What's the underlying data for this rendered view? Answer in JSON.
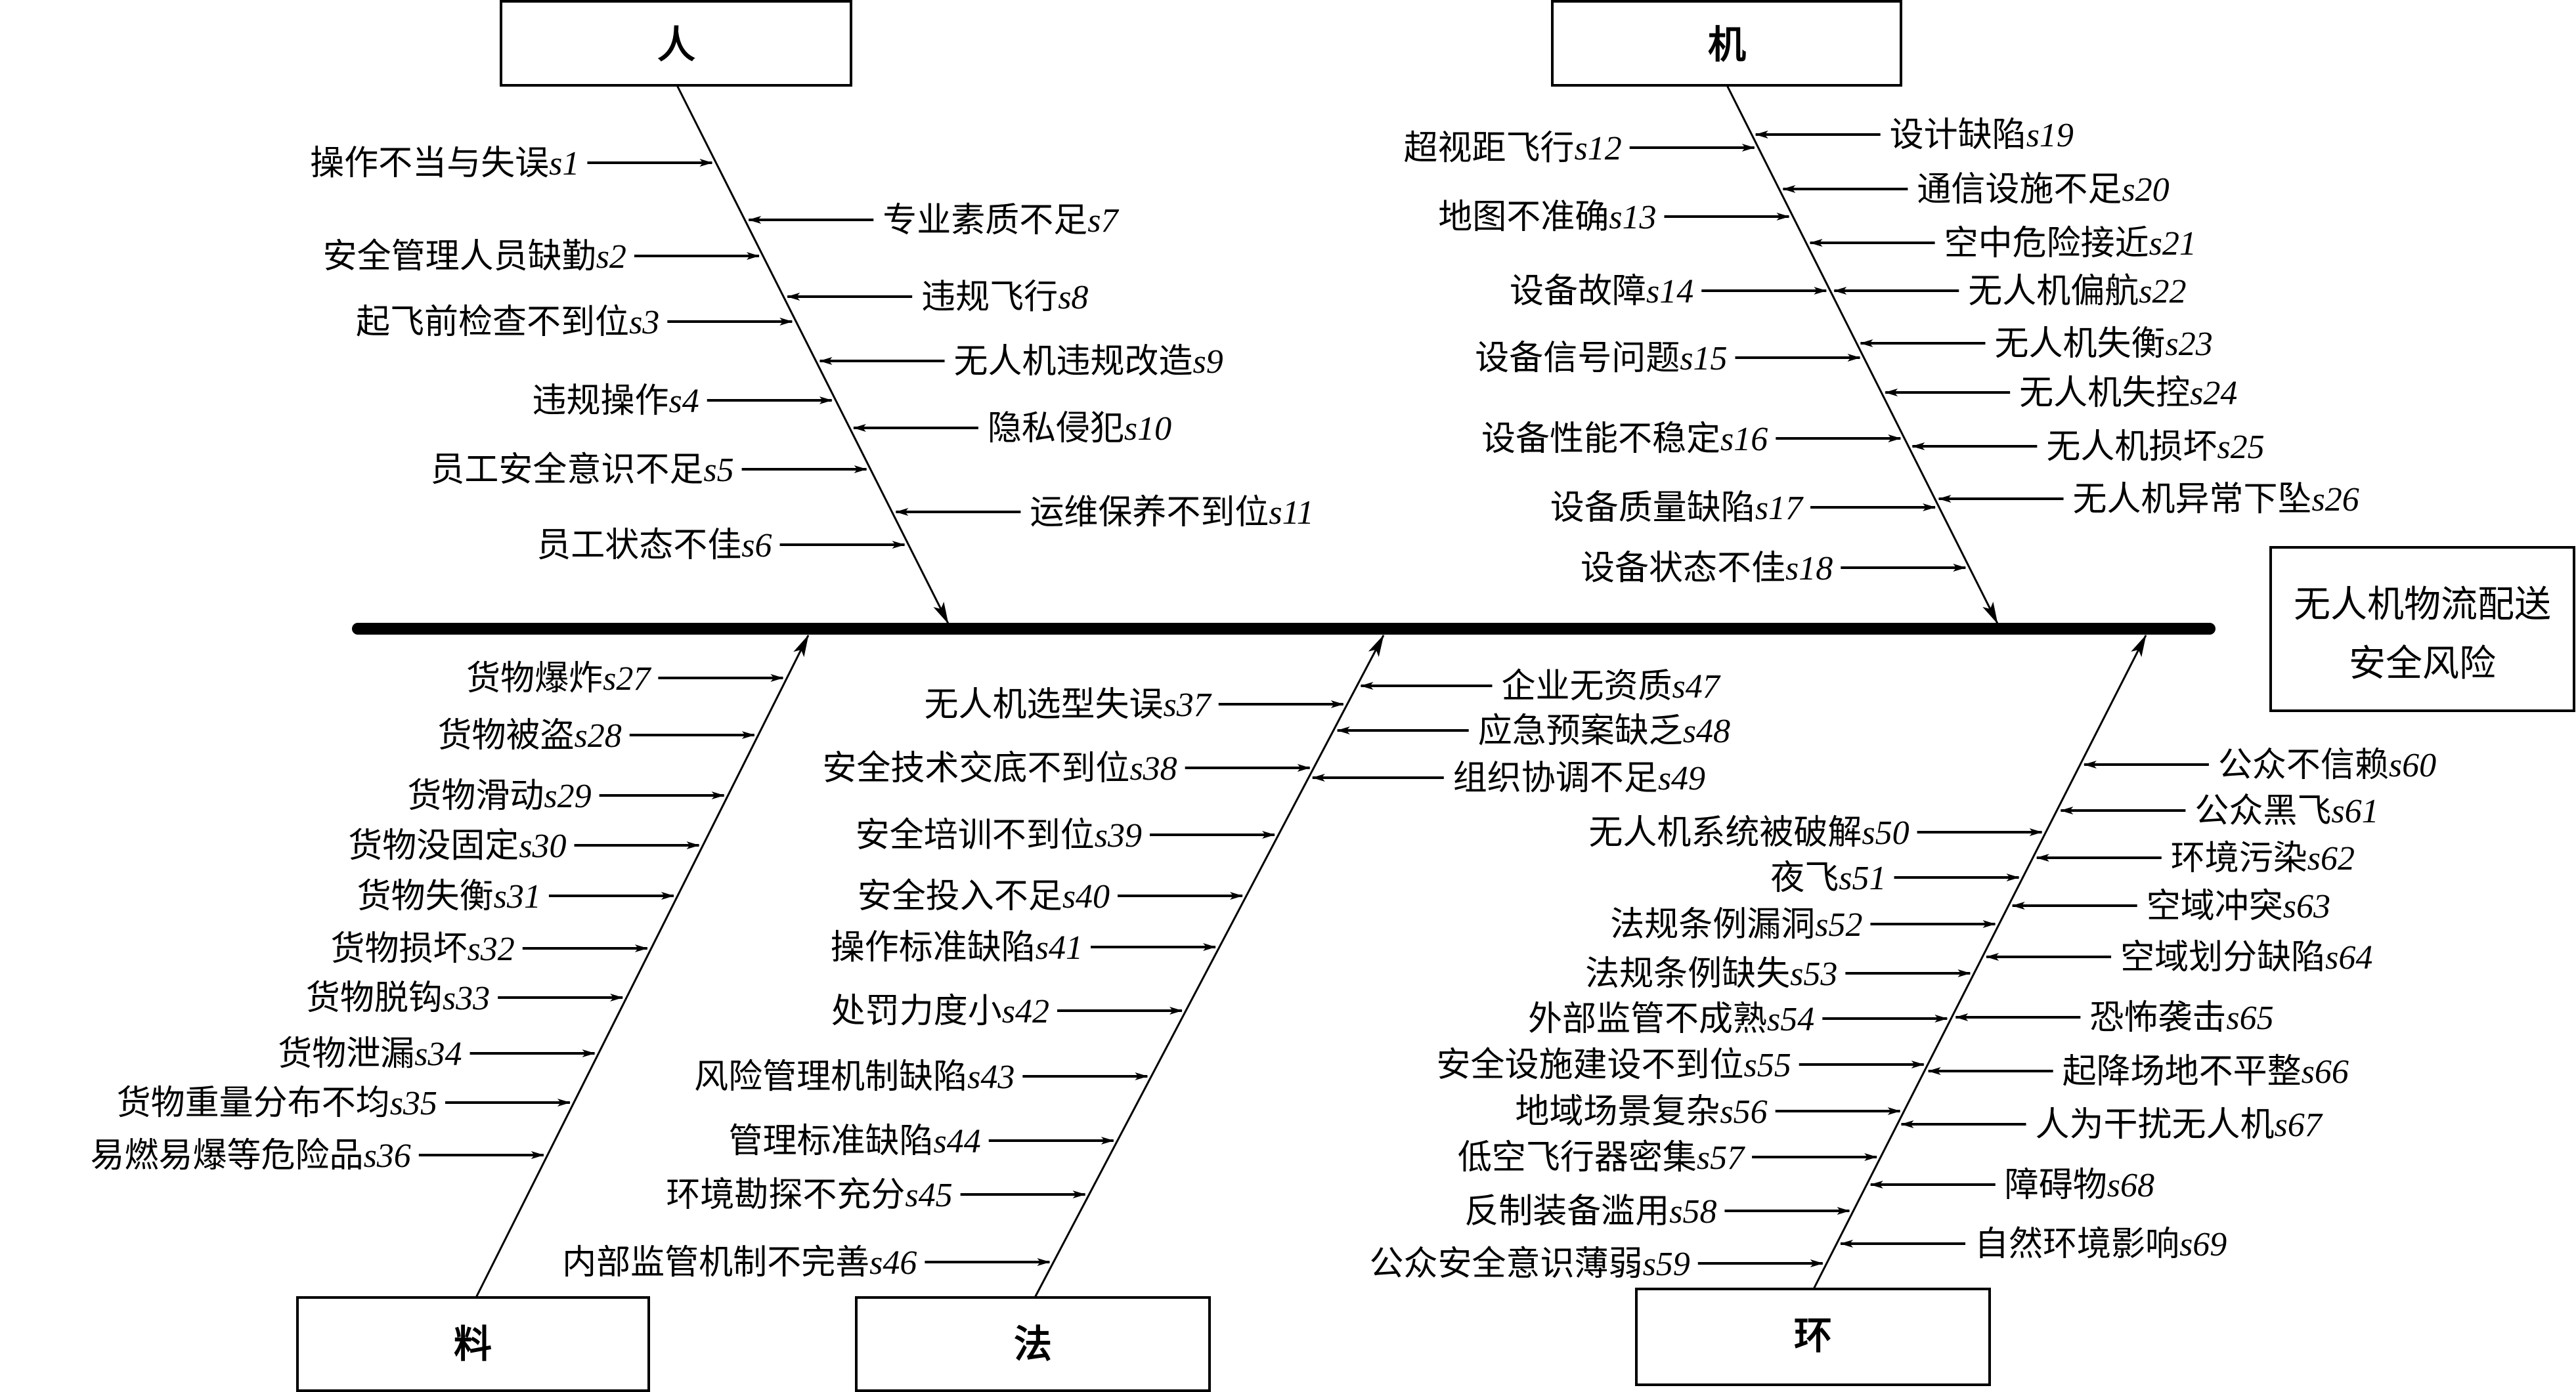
{
  "title": "无人机物流配送安全风险",
  "result": {
    "line1": "无人机物流配送",
    "line2": "安全风险"
  },
  "categories": {
    "ren": "人",
    "ji": "机",
    "liao": "料",
    "fa": "法",
    "huan": "环"
  },
  "factors": {
    "ren_left": [
      {
        "text": "操作不当与失误",
        "code": "s1"
      },
      {
        "text": "安全管理人员缺勤",
        "code": "s2"
      },
      {
        "text": "起飞前检查不到位",
        "code": "s3"
      },
      {
        "text": "违规操作",
        "code": "s4"
      },
      {
        "text": "员工安全意识不足",
        "code": "s5"
      },
      {
        "text": "员工状态不佳",
        "code": "s6"
      }
    ],
    "ren_right": [
      {
        "text": "专业素质不足",
        "code": "s7"
      },
      {
        "text": "违规飞行",
        "code": "s8"
      },
      {
        "text": "无人机违规改造",
        "code": "s9"
      },
      {
        "text": "隐私侵犯",
        "code": "s10"
      },
      {
        "text": "运维保养不到位",
        "code": "s11"
      }
    ],
    "ji_left": [
      {
        "text": "超视距飞行",
        "code": "s12"
      },
      {
        "text": "地图不准确",
        "code": "s13"
      },
      {
        "text": "设备故障",
        "code": "s14"
      },
      {
        "text": "设备信号问题",
        "code": "s15"
      },
      {
        "text": "设备性能不稳定",
        "code": "s16"
      },
      {
        "text": "设备质量缺陷",
        "code": "s17"
      },
      {
        "text": "设备状态不佳",
        "code": "s18"
      }
    ],
    "ji_right": [
      {
        "text": "设计缺陷",
        "code": "s19"
      },
      {
        "text": "通信设施不足",
        "code": "s20"
      },
      {
        "text": "空中危险接近",
        "code": "s21"
      },
      {
        "text": "无人机偏航",
        "code": "s22"
      },
      {
        "text": "无人机失衡",
        "code": "s23"
      },
      {
        "text": "无人机失控",
        "code": "s24"
      },
      {
        "text": "无人机损坏",
        "code": "s25"
      },
      {
        "text": "无人机异常下坠",
        "code": "s26"
      }
    ],
    "liao_left": [
      {
        "text": "货物爆炸",
        "code": "s27"
      },
      {
        "text": "货物被盗",
        "code": "s28"
      },
      {
        "text": "货物滑动",
        "code": "s29"
      },
      {
        "text": "货物没固定",
        "code": "s30"
      },
      {
        "text": "货物失衡",
        "code": "s31"
      },
      {
        "text": "货物损坏",
        "code": "s32"
      },
      {
        "text": "货物脱钩",
        "code": "s33"
      },
      {
        "text": "货物泄漏",
        "code": "s34"
      },
      {
        "text": "货物重量分布不均",
        "code": "s35"
      },
      {
        "text": "易燃易爆等危险品",
        "code": "s36"
      }
    ],
    "fa_left": [
      {
        "text": "无人机选型失误",
        "code": "s37"
      },
      {
        "text": "安全技术交底不到位",
        "code": "s38"
      },
      {
        "text": "安全培训不到位",
        "code": "s39"
      },
      {
        "text": "安全投入不足",
        "code": "s40"
      },
      {
        "text": "操作标准缺陷",
        "code": "s41"
      },
      {
        "text": "处罚力度小",
        "code": "s42"
      },
      {
        "text": "风险管理机制缺陷",
        "code": "s43"
      },
      {
        "text": "管理标准缺陷",
        "code": "s44"
      },
      {
        "text": "环境勘探不充分",
        "code": "s45"
      },
      {
        "text": "内部监管机制不完善",
        "code": "s46"
      }
    ],
    "fa_right": [
      {
        "text": "企业无资质",
        "code": "s47"
      },
      {
        "text": "应急预案缺乏",
        "code": "s48"
      },
      {
        "text": "组织协调不足",
        "code": "s49"
      }
    ],
    "huan_left": [
      {
        "text": "无人机系统被破解",
        "code": "s50"
      },
      {
        "text": "夜飞",
        "code": "s51"
      },
      {
        "text": "法规条例漏洞",
        "code": "s52"
      },
      {
        "text": "法规条例缺失",
        "code": "s53"
      },
      {
        "text": "外部监管不成熟",
        "code": "s54"
      },
      {
        "text": "安全设施建设不到位",
        "code": "s55"
      },
      {
        "text": "地域场景复杂",
        "code": "s56"
      },
      {
        "text": "低空飞行器密集",
        "code": "s57"
      },
      {
        "text": "反制装备滥用",
        "code": "s58"
      },
      {
        "text": "公众安全意识薄弱",
        "code": "s59"
      }
    ],
    "huan_right": [
      {
        "text": "公众不信赖",
        "code": "s60"
      },
      {
        "text": "公众黑飞",
        "code": "s61"
      },
      {
        "text": "环境污染",
        "code": "s62"
      },
      {
        "text": "空域冲突",
        "code": "s63"
      },
      {
        "text": "空域划分缺陷",
        "code": "s64"
      },
      {
        "text": "恐怖袭击",
        "code": "s65"
      },
      {
        "text": "起降场地不平整",
        "code": "s66"
      },
      {
        "text": "人为干扰无人机",
        "code": "s67"
      },
      {
        "text": "障碍物",
        "code": "s68"
      },
      {
        "text": "自然环境影响",
        "code": "s69"
      }
    ]
  }
}
